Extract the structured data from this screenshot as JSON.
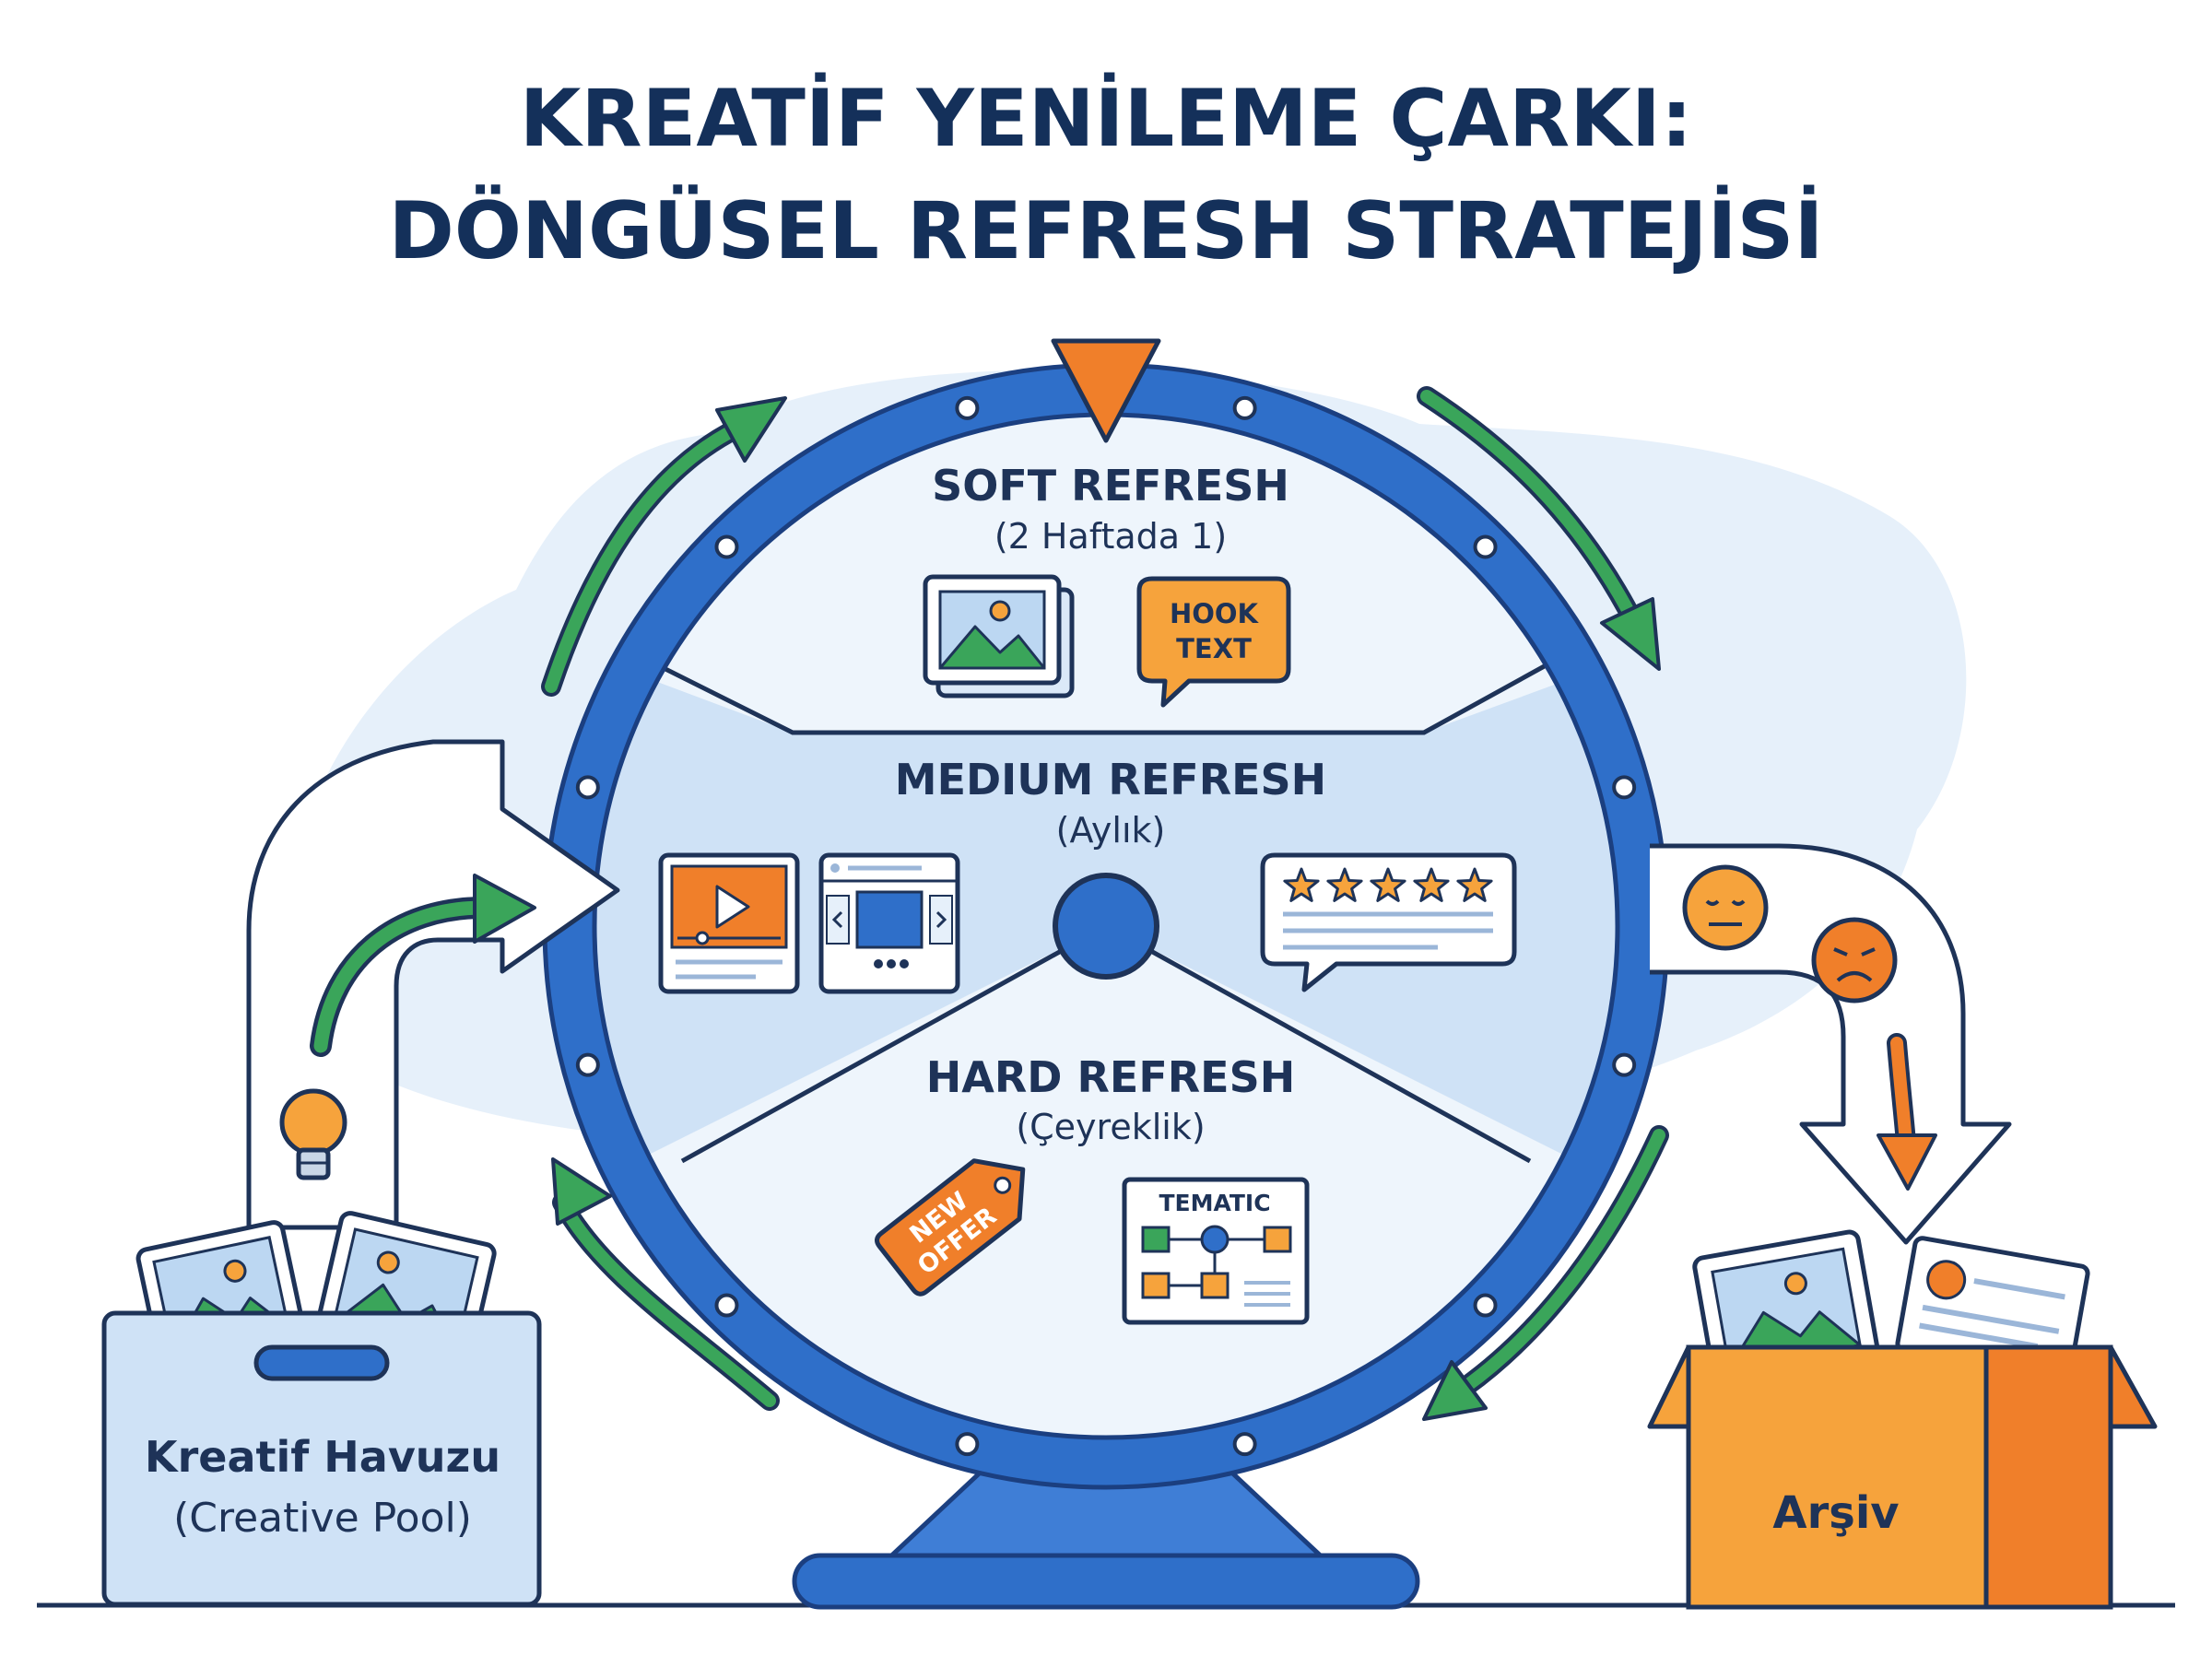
{
  "title": {
    "line1": "KREATİF YENİLEME ÇARKI:",
    "line2": "DÖNGÜSEL REFRESH STRATEJİSİ"
  },
  "wheel": {
    "soft": {
      "label": "SOFT REFRESH",
      "freq": "(2 Haftada 1)",
      "badge_line1": "HOOK",
      "badge_line2": "TEXT"
    },
    "medium": {
      "label": "MEDIUM REFRESH",
      "freq": "(Aylık)",
      "rating_stars": 5
    },
    "hard": {
      "label": "HARD REFRESH",
      "freq": "(Çeyreklik)",
      "tag_line1": "NEW",
      "tag_line2": "OFFER",
      "board_title": "TEMATIC"
    }
  },
  "pool": {
    "name": "Kreatif Havuzu",
    "sub": "(Creative Pool)"
  },
  "archive": {
    "name": "Arşiv"
  },
  "colors": {
    "navy": "#14305a",
    "blue": "#2f6fc9",
    "green": "#2e9e4f",
    "orange": "#f07f2a",
    "amber": "#f6a33c"
  },
  "icons": [
    "image-stack-icon",
    "speech-bubble-icon",
    "video-player-icon",
    "carousel-icon",
    "star-review-icon",
    "price-tag-icon",
    "flowchart-icon",
    "lightbulb-icon",
    "neutral-face-icon",
    "sad-face-icon"
  ]
}
